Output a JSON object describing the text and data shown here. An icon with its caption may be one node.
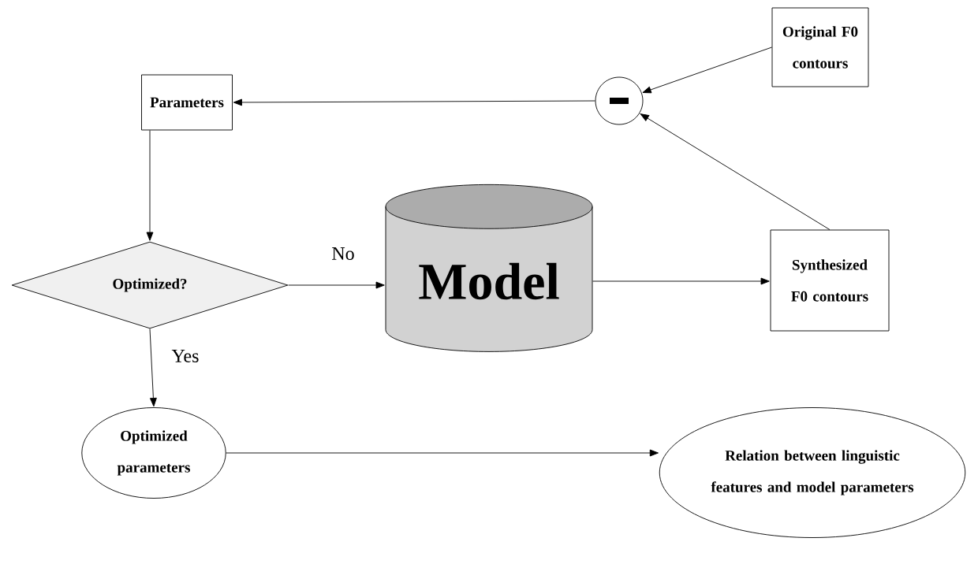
{
  "diagram": {
    "nodes": [
      {
        "text": [
          "Parameters"
        ]
      },
      {
        "text": [],
        "shape": "circle"
      },
      {
        "text": [
          "Original F0 contours"
        ]
      },
      {
        "text": [
          "Optimized?"
        ]
      },
      {
        "text": [
          "Model"
        ]
      },
      {
        "text": [
          "Synthesized F0 contours"
        ]
      },
      {
        "text": [
          "Optimized parameters"
        ]
      },
      {
        "text": [
          "Relation between linguistic features and model parameters"
        ]
      }
    ],
    "edges": [
      {
        "from": 2,
        "to": 1,
        "arrow": "to"
      },
      {
        "from": 5,
        "to": 1,
        "arrow": "to"
      },
      {
        "from": 1,
        "to": 0,
        "arrow": "to"
      },
      {
        "from": 0,
        "to": 3,
        "arrow": "to"
      },
      {
        "from": 3,
        "to": 4,
        "arrow": "to",
        "label": "No"
      },
      {
        "from": 4,
        "to": 5,
        "arrow": "to"
      },
      {
        "from": 3,
        "to": 6,
        "arrow": "to",
        "label": "Yes"
      },
      {
        "from": 6,
        "to": 7,
        "arrow": "to"
      }
    ]
  }
}
